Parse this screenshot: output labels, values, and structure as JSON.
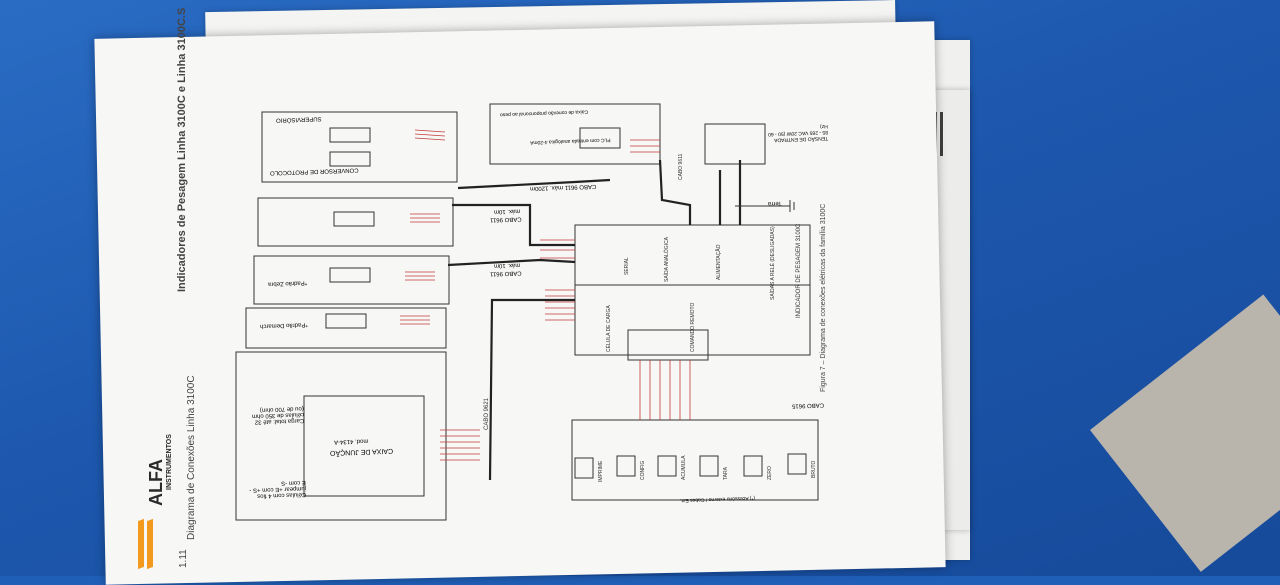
{
  "header": {
    "title": "Indicadores de Pesagem Linha 3100C e Linha 3100C.S",
    "section_number": "1.11",
    "section_title": "Diagrama de Conexões Linha 3100C",
    "logo_word": "ALFA",
    "logo_sub": "INSTRUMENTOS"
  },
  "figure": {
    "caption": "Figura 7 – Diagrama de conexões elétricas da família 3100C"
  },
  "indicator": {
    "title": "INDICADOR DE PESAGEM 3100C",
    "remote_commands": "COMANDO REMOTO",
    "load_cell": "CÉLULA DE CARGA",
    "serial": "SERIAL",
    "analog_output": "SAÍDA ANALÓGICA",
    "power": "ALIMENTAÇÃO",
    "relay_outputs": "SAÍDAS A RELÉ (DESLIGADAS)"
  },
  "cables": {
    "c9611_long": "CABO 9611 máx. 1200m",
    "c9611_a": "CABO 9611",
    "c9611_b": "CABO 9611",
    "c9621": "CABO 9621",
    "c9615": "CABO 9615",
    "max10_a": "máx. 10m",
    "max10_b": "máx. 10m",
    "terra": "Terra"
  },
  "boxes": {
    "supervisory": "SUPERVISÓRIO",
    "converter": "CONVERSOR DE PROTOCOLO",
    "plc": "PLC com entrada analógica 4-20mA",
    "printer_demarc": "*Padrão Demarch",
    "printer_zebra": "*Padrão Zebra",
    "junction": "CAIXA DE JUNÇÃO",
    "junction_model": "mod. 4134-A",
    "cells_note": "Células com 4 fios jumpear +E com +S -E com -S",
    "load_total": "Carga total: até 32 células de 350 ohm (ou de 700 ohm)",
    "power_in": "TENSÃO DE ENTRADA 85 - 265 VAC 20W (50 - 60 Hz)",
    "cable_note": "Caixa de conexão proporcional ao peso"
  },
  "buttons": [
    "IMPRIME",
    "CONFIG",
    "ACUMULA",
    "TARA",
    "ZERO",
    "BRUTO"
  ],
  "footer_note": "(*) Acessório externo / Cabos Ext."
}
